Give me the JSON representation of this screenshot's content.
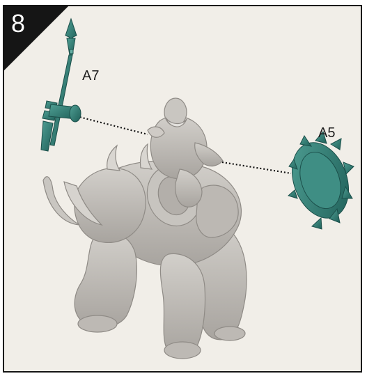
{
  "step": {
    "number": "8"
  },
  "parts": [
    {
      "label": "A7",
      "component": "spear",
      "color": "#2f7f76"
    },
    {
      "label": "A5",
      "component": "spiked-shield",
      "color": "#2f7f76"
    }
  ],
  "colors": {
    "panel_background": "#f1eee8",
    "corner": "#151515",
    "model": "#bdbab5",
    "highlighted_parts": "#2f7f76"
  }
}
